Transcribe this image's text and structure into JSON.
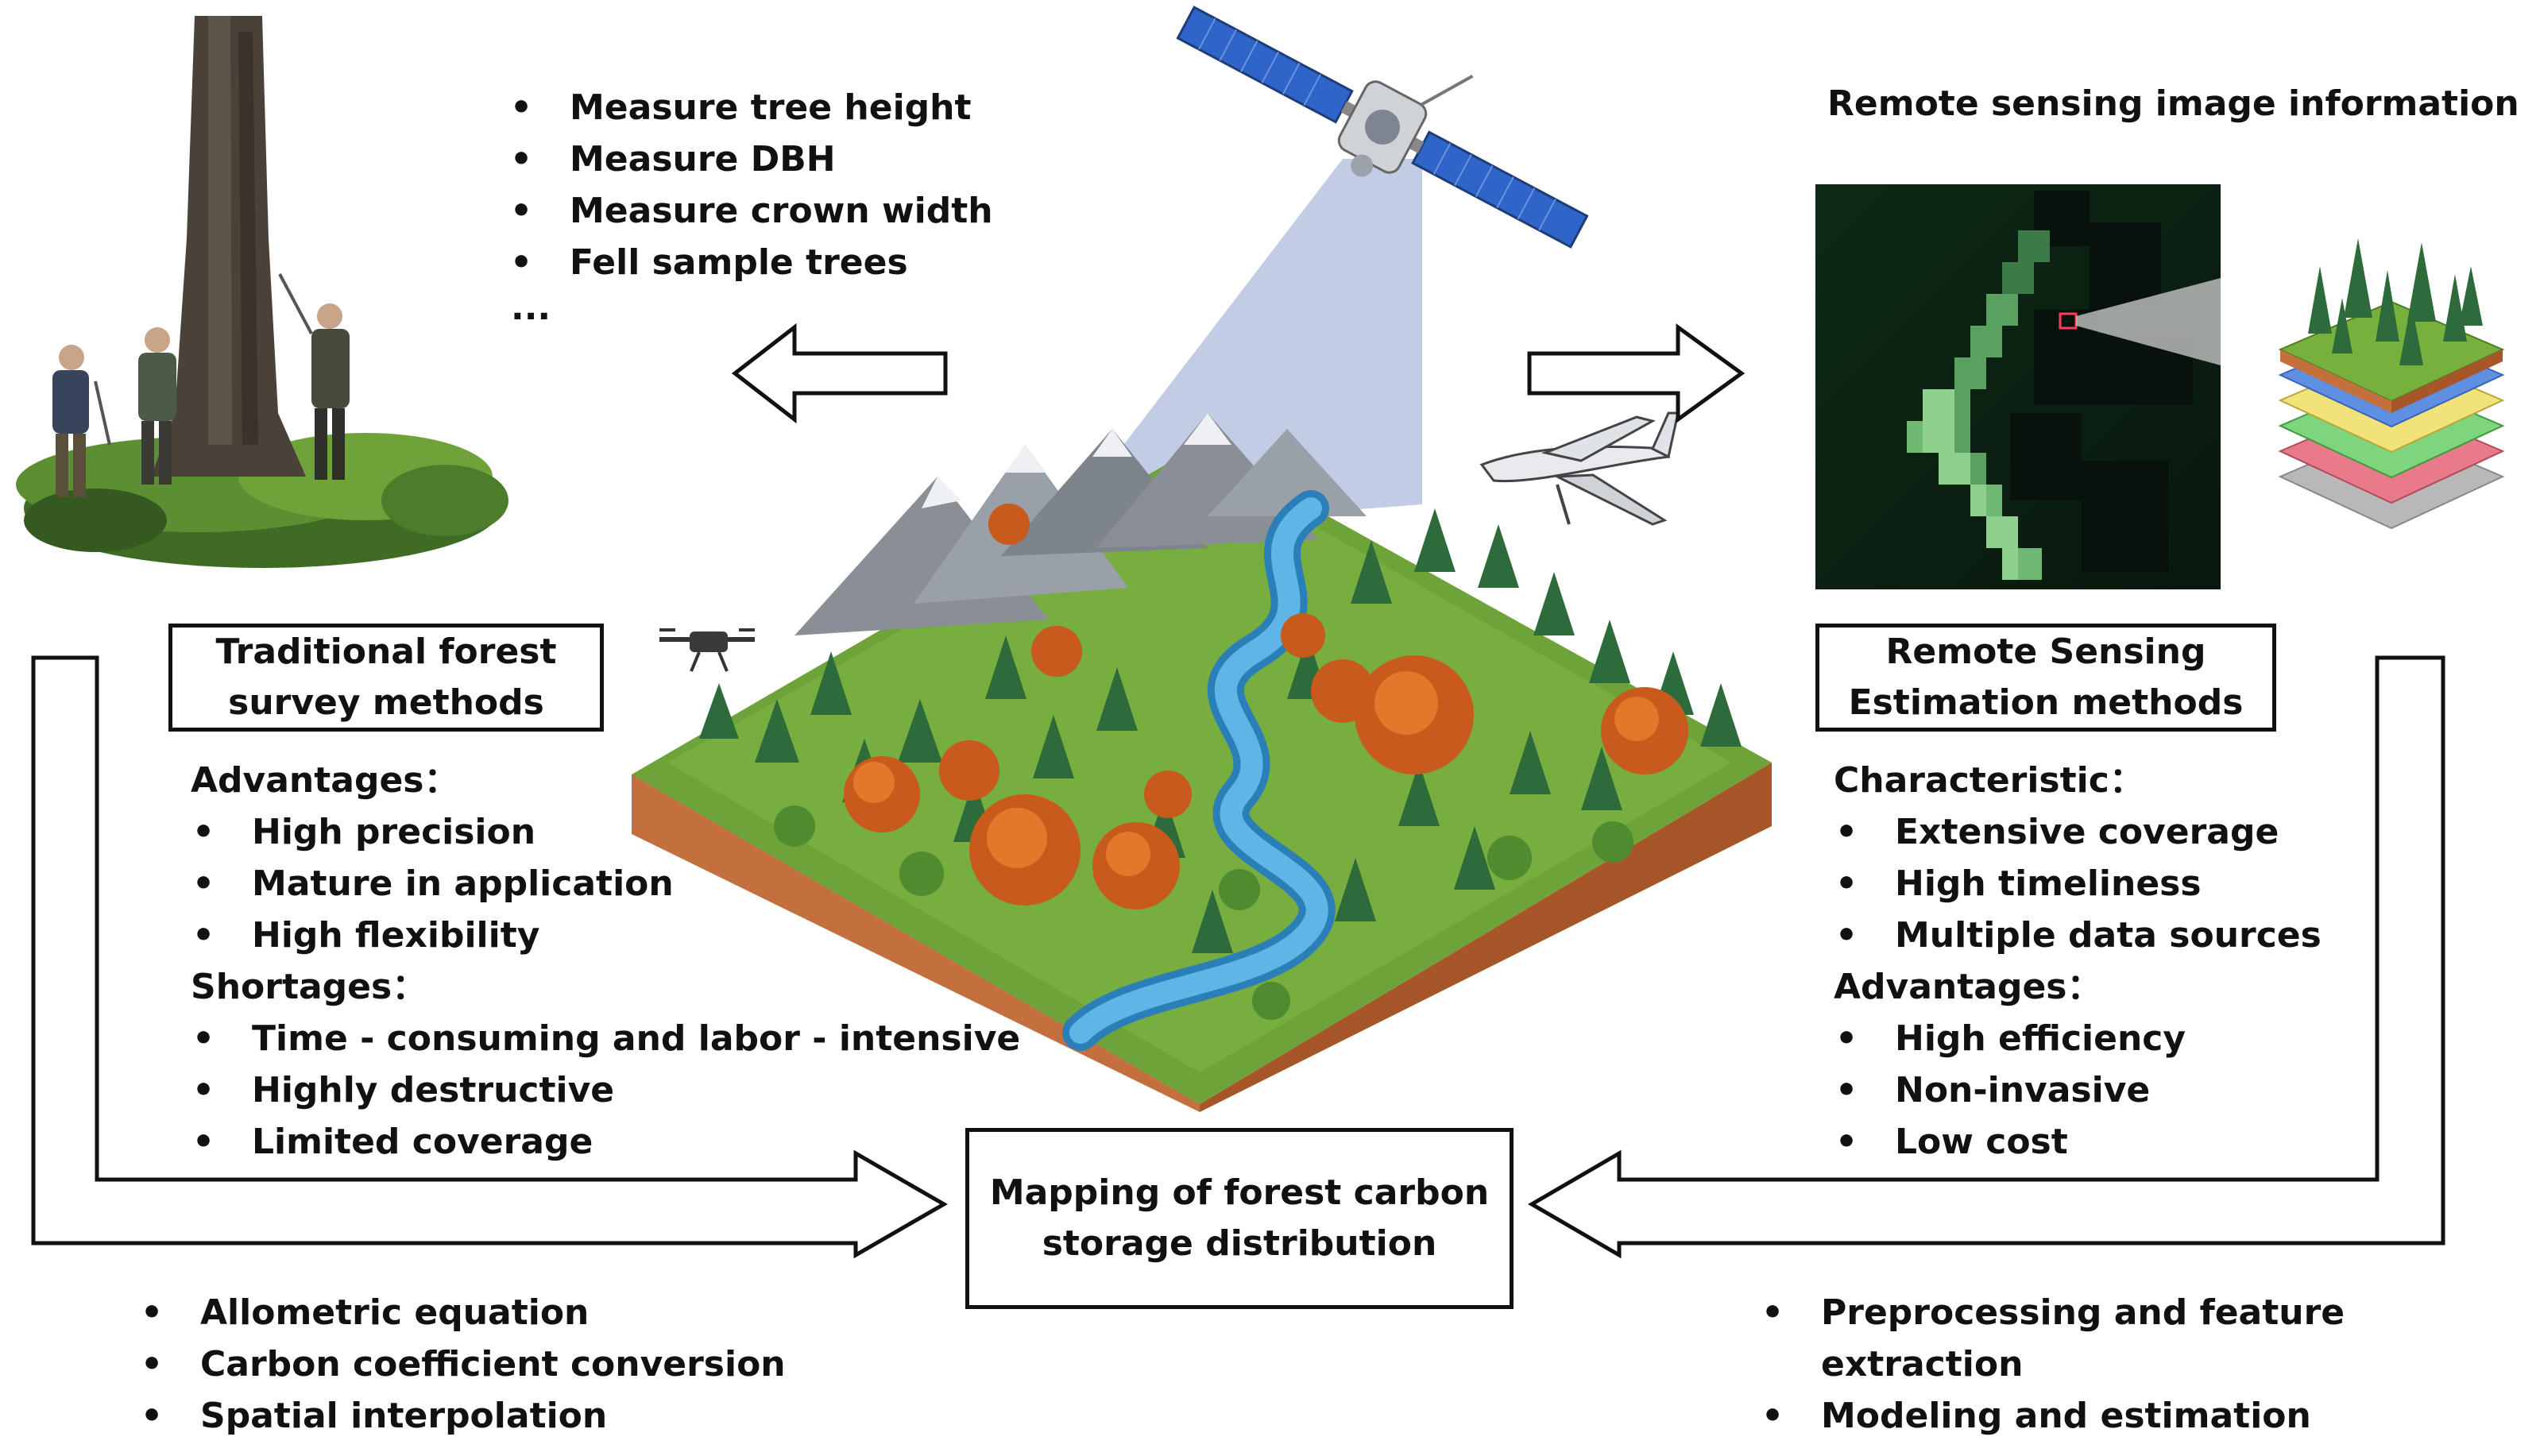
{
  "field_steps": [
    "Measure tree height",
    "Measure DBH",
    "Measure crown width",
    "Fell sample trees"
  ],
  "field_steps_more": "...",
  "rs_image_title": "Remote sensing image information",
  "left_method": {
    "title_line1": "Traditional forest",
    "title_line2": "survey methods",
    "advantages_header": "Advantages：",
    "advantages": [
      "High precision",
      "Mature in application",
      "High flexibility"
    ],
    "shortages_header": "Shortages：",
    "shortages": [
      "Time - consuming and labor - intensive",
      "Highly destructive",
      "Limited coverage"
    ]
  },
  "right_method": {
    "title_line1": "Remote Sensing",
    "title_line2": "Estimation methods",
    "characteristic_header": "Characteristic：",
    "characteristics": [
      "Extensive coverage",
      "High timeliness",
      "Multiple data sources"
    ],
    "advantages_header": "Advantages：",
    "advantages": [
      "High efficiency",
      "Non-invasive",
      "Low cost"
    ]
  },
  "center_box": {
    "line1": "Mapping of forest carbon",
    "line2": "storage distribution"
  },
  "left_bottom": [
    "Allometric equation",
    "Carbon coefficient conversion",
    "Spatial interpolation"
  ],
  "right_bottom": [
    "Preprocessing and feature",
    "extraction",
    "Modeling and estimation"
  ],
  "colors": {
    "foliage_green": "#4f8b2f",
    "conifer_green": "#2e6b3a",
    "autumn_orange": "#c85a1c",
    "river_blue": "#3e9bd2",
    "soil_brown": "#c4703e",
    "mountain_gray": "#8a8f96",
    "beam_blue": "#b7c3e0",
    "satellite_panel": "#2f64c8",
    "rs_dark": "#0f2016",
    "rs_light": "#8fd08f"
  },
  "icons": [
    "satellite-icon",
    "airplane-icon",
    "drone-icon",
    "forest-island-illustration",
    "field-survey-photo",
    "remote-sensing-image",
    "data-layers-icon"
  ]
}
